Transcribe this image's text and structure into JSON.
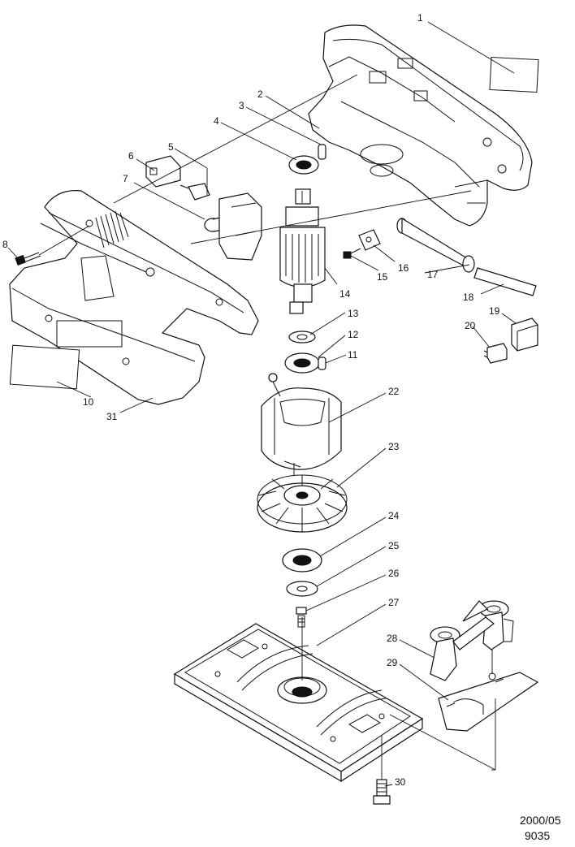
{
  "callouts": [
    "1",
    "2",
    "3",
    "4",
    "5",
    "6",
    "7",
    "8",
    "10",
    "31",
    "14",
    "13",
    "12",
    "11",
    "15",
    "16",
    "17",
    "18",
    "19",
    "20",
    "22",
    "23",
    "24",
    "25",
    "26",
    "27",
    "28",
    "29",
    "30"
  ],
  "footer": {
    "date": "2000/05",
    "model": "9035"
  }
}
